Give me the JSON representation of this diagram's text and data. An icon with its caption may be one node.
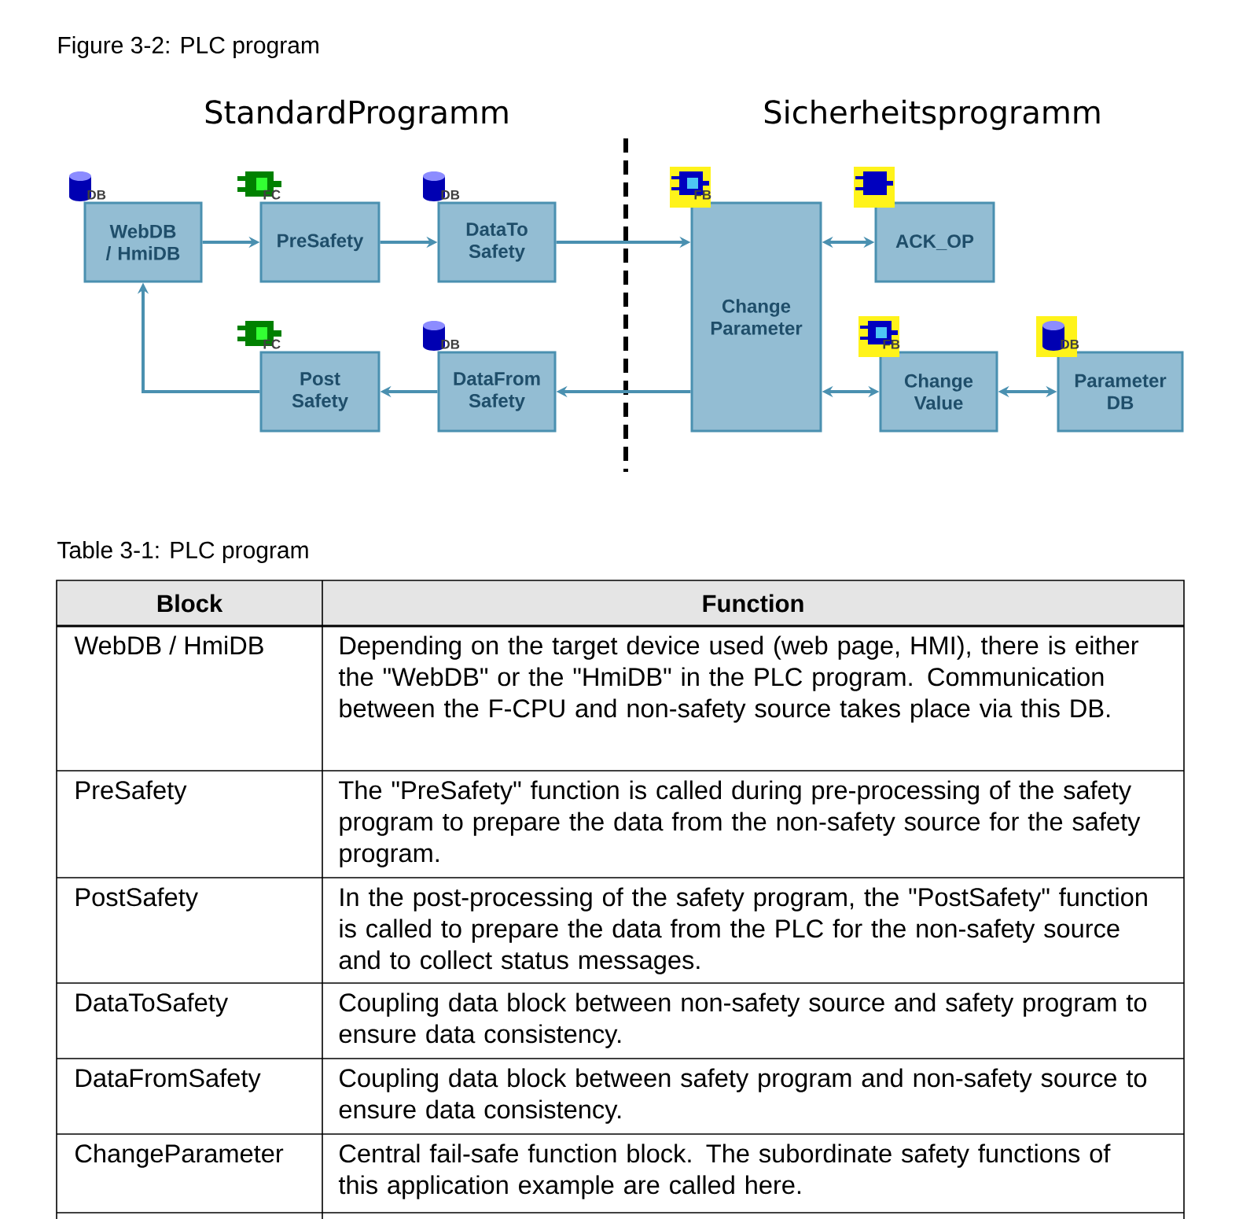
{
  "diagram": {
    "title": "Figure 3-2: PLC program",
    "nodes": [
      {
        "text": [
          "WebDB / HmiDB"
        ],
        "beside": [
          "DB"
        ]
      },
      {
        "text": [
          "PreSafety"
        ],
        "beside": [
          "FC"
        ]
      },
      {
        "text": [
          "DataTo Safety"
        ],
        "beside": [
          "DB"
        ]
      },
      {
        "text": [
          "Change Parameter"
        ],
        "beside": [
          "FB"
        ]
      },
      {
        "text": [
          "ACK_OP"
        ]
      },
      {
        "text": [
          "Post Safety"
        ],
        "beside": [
          "FC"
        ]
      },
      {
        "text": [
          "DataFrom Safety"
        ],
        "beside": [
          "DB"
        ]
      },
      {
        "text": [
          "Change Value"
        ],
        "beside": [
          "FB"
        ]
      },
      {
        "text": [
          "Parameter DB"
        ],
        "beside": [
          "DB"
        ]
      }
    ],
    "edges": [
      {
        "from": 0,
        "to": 1,
        "arrow": "to"
      },
      {
        "from": 1,
        "to": 2,
        "arrow": "to"
      },
      {
        "from": 2,
        "to": 3,
        "arrow": "to"
      },
      {
        "from": 3,
        "to": 4,
        "arrow": "both"
      },
      {
        "from": 3,
        "to": 6,
        "arrow": "to"
      },
      {
        "from": 6,
        "to": 5,
        "arrow": "to"
      },
      {
        "from": 5,
        "to": 0,
        "arrow": "to"
      },
      {
        "from": 3,
        "to": 7,
        "arrow": "both"
      },
      {
        "from": 7,
        "to": 8,
        "arrow": "both"
      }
    ],
    "labels": [
      "StandardProgramm",
      "Sicherheitsprogramm",
      "Table 3-1: PLC program",
      "Block",
      "Function",
      "WebDB / HmiDB",
      "Depending on the target device used (web page, HMI), there is either the \"WebDB\" or the \"HmiDB\" in the PLC program. Communication between the F-CPU and non-safety source takes place via this DB.",
      "PreSafety",
      "The \"PreSafety\" function is called during pre-processing of the safety program to prepare the data from the non-safety source for the safety program.",
      "PostSafety",
      "In the post-processing of the safety program, the \"PostSafety\" function is called to prepare the data from the PLC for the non-safety source and to collect status messages.",
      "DataToSafety",
      "Coupling data block between non-safety source and safety program to ensure data consistency.",
      "DataFromSafety",
      "Coupling data block between safety program and non-safety source to ensure data consistency.",
      "ChangeParameter",
      "Central fail-safe function block. The subordinate safety functions of this application example are called here."
    ]
  }
}
